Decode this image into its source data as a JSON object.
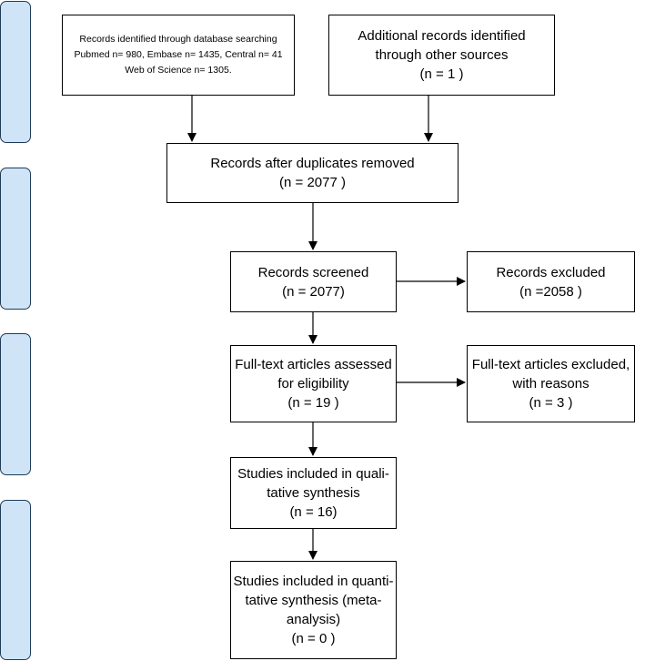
{
  "boxes": {
    "db_search": [
      "Records identified through database searching",
      "Pubmed n= 980, Embase n= 1435, Central n= 41",
      "Web of Science n= 1305."
    ],
    "other_sources": [
      "Additional records identified",
      "through other sources",
      "(n = 1 )"
    ],
    "duplicates_removed": [
      "Records after duplicates removed",
      "(n =  2077 )"
    ],
    "screened": [
      "Records screened",
      "(n =  2077)"
    ],
    "excluded": [
      "Records excluded",
      "(n =2058  )"
    ],
    "fulltext_assessed": [
      "Full-text articles assessed",
      "for eligibility",
      "(n = 19 )"
    ],
    "fulltext_excluded": [
      "Full-text articles excluded,",
      "with reasons",
      "(n =  3 )"
    ],
    "qualitative": [
      "Studies included in quali-",
      "tative synthesis",
      "(n = 16)"
    ],
    "quantitative": [
      "Studies included in quanti-",
      "tative synthesis (meta-",
      "analysis)",
      "(n =  0 )"
    ]
  }
}
